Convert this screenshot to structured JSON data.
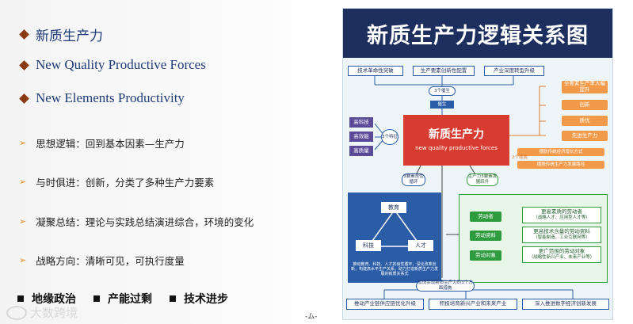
{
  "slide": {
    "heading1": "新质生产力",
    "heading2": "New Quality Productive Forces",
    "heading3": "New Elements Productivity",
    "bullets": [
      "思想逻辑：回到基本因素—生产力",
      "与时俱进：创新，分类了多种生产力要素",
      "凝聚总结：理论与实践总结演进综合，环境的变化",
      "战略方向：清晰可见，可执行度量"
    ],
    "bottom_items": [
      "地缘政治",
      "产能过剩",
      "技术进步"
    ],
    "watermark": "大数跨境",
    "page_mark": "-ム-"
  },
  "poster": {
    "title": "新质生产力逻辑关系图",
    "top_boxes": [
      "技术革命性突破",
      "生产要素创新性配置",
      "产业深度转型升级"
    ],
    "top_note": "3个催生",
    "top_note2": "催生",
    "left_boxes": [
      "高科技",
      "高效能",
      "高质量"
    ],
    "left_note": "3个特征",
    "center_title": "新质生产力",
    "center_subtitle": "new quality productive forces",
    "right_boxes": [
      "全要素生产率大幅提升",
      "创新",
      "质优",
      "先进生产力"
    ],
    "right_orange": [
      "摆脱传统经济增长方式",
      "摆脱传统生产力发展路径"
    ],
    "right_note": "2个摆脱",
    "left_mid_label": "3要素良性循环",
    "right_mid_label": "生产力3要素发展跃升",
    "triangle": [
      "教育",
      "科技",
      "人才"
    ],
    "triangle_text": "推动教育、科技、人才的良性循环，深化改革创新，构建高水平生产关系，助力打造新质生产力发展的新质关系式",
    "green_labels": [
      "劳动者",
      "劳动资料",
      "劳动对象"
    ],
    "green_targets": [
      "更高素质的劳动者",
      "更高技术含量的劳动资料",
      "更广范围的劳动对象"
    ],
    "green_notes": [
      "（战略人才、应用型人才等）",
      "（智能制造、工业互联网等）",
      "（战略性新兴产业、未来产业等）"
    ],
    "bottom_banner": "加快实现新质生产力的3个方面措施",
    "bottom_boxes": [
      "推动产业链供应链优化升级",
      "积极培育新兴产业和未来产业",
      "深入推进数字经济创新发展"
    ]
  }
}
